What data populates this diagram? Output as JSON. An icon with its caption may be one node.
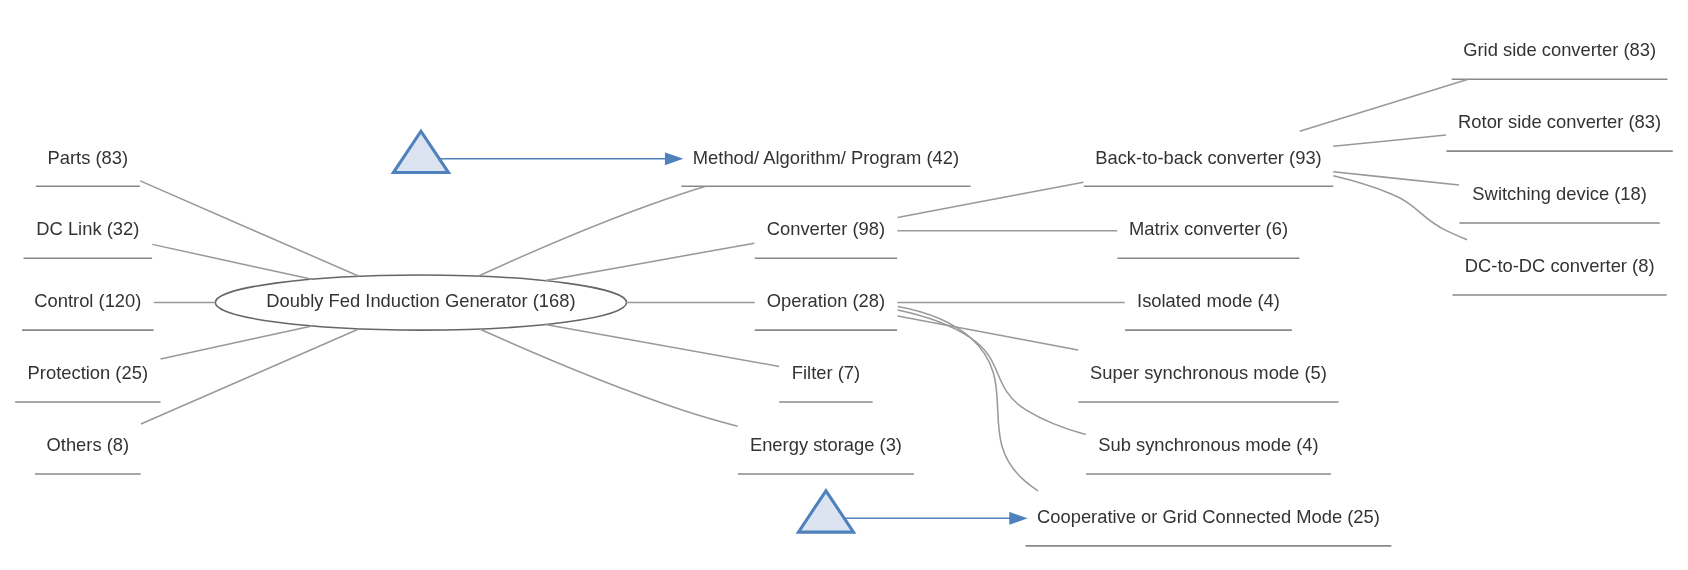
{
  "diagram": {
    "nodes": [
      {
        "text": [
          "Parts (83)"
        ]
      },
      {
        "text": [
          "DC Link (32)"
        ]
      },
      {
        "text": [
          "Control (120)"
        ]
      },
      {
        "text": [
          "Protection (25)"
        ]
      },
      {
        "text": [
          "Others (8)"
        ]
      },
      {
        "text": [
          "Doubly Fed Induction Generator (168)"
        ]
      },
      {
        "text": [
          "Method/ Algorithm/ Program (42)"
        ]
      },
      {
        "text": [
          "Converter (98)"
        ]
      },
      {
        "text": [
          "Back-to-back converter (93)"
        ]
      },
      {
        "text": [
          "Grid side converter (83)"
        ]
      },
      {
        "text": [
          "Rotor side converter (83)"
        ]
      },
      {
        "text": [
          "Switching device (18)"
        ]
      },
      {
        "text": [
          "DC-to-DC converter (8)"
        ]
      },
      {
        "text": [
          "Matrix converter (6)"
        ]
      },
      {
        "text": [
          "Operation (28)"
        ]
      },
      {
        "text": [
          "Cooperative or Grid Connected Mode (25)"
        ]
      },
      {
        "text": [
          "Isolated mode (4)"
        ]
      },
      {
        "text": [
          "Super synchronous mode (5)"
        ]
      },
      {
        "text": [
          "Sub synchronous mode (4)"
        ]
      },
      {
        "text": [
          "Filter (7)"
        ]
      },
      {
        "text": [
          "Energy storage (3)"
        ]
      },
      {
        "text": [],
        "shape": "triangle"
      },
      {
        "text": [],
        "shape": "triangle"
      }
    ],
    "edges": [
      {
        "from": 0,
        "to": 5,
        "arrow": "none"
      },
      {
        "from": 1,
        "to": 5,
        "arrow": "none"
      },
      {
        "from": 2,
        "to": 5,
        "arrow": "none"
      },
      {
        "from": 3,
        "to": 5,
        "arrow": "none"
      },
      {
        "from": 4,
        "to": 5,
        "arrow": "none"
      },
      {
        "from": 5,
        "to": 6,
        "arrow": "none"
      },
      {
        "from": 5,
        "to": 7,
        "arrow": "none"
      },
      {
        "from": 7,
        "to": 8,
        "arrow": "none"
      },
      {
        "from": 8,
        "to": 9,
        "arrow": "none"
      },
      {
        "from": 8,
        "to": 10,
        "arrow": "none"
      },
      {
        "from": 8,
        "to": 11,
        "arrow": "none"
      },
      {
        "from": 8,
        "to": 12,
        "arrow": "none"
      },
      {
        "from": 7,
        "to": 13,
        "arrow": "none"
      },
      {
        "from": 5,
        "to": 14,
        "arrow": "none"
      },
      {
        "from": 14,
        "to": 15,
        "arrow": "none"
      },
      {
        "from": 14,
        "to": 16,
        "arrow": "none"
      },
      {
        "from": 14,
        "to": 17,
        "arrow": "none"
      },
      {
        "from": 14,
        "to": 18,
        "arrow": "none"
      },
      {
        "from": 5,
        "to": 19,
        "arrow": "none"
      },
      {
        "from": 5,
        "to": 20,
        "arrow": "none"
      },
      {
        "from": 21,
        "to": 6,
        "arrow": "to",
        "color": "#4f81bd"
      },
      {
        "from": 22,
        "to": 15,
        "arrow": "to",
        "color": "#4f81bd"
      }
    ]
  }
}
